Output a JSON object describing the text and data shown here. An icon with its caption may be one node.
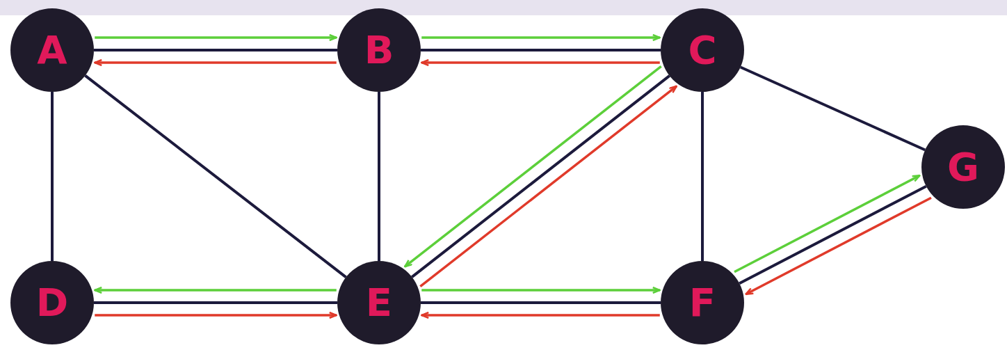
{
  "diagram": {
    "nodes": [
      {
        "text": [
          "A"
        ]
      },
      {
        "text": [
          "B"
        ]
      },
      {
        "text": [
          "C"
        ]
      },
      {
        "text": [
          "G"
        ]
      },
      {
        "text": [
          "D"
        ]
      },
      {
        "text": [
          "E"
        ]
      },
      {
        "text": [
          "F"
        ]
      }
    ],
    "edges": [
      {
        "from": 0,
        "to": 1,
        "arrow": "none"
      },
      {
        "from": 1,
        "to": 2,
        "arrow": "none"
      },
      {
        "from": 0,
        "to": 4,
        "arrow": "none"
      },
      {
        "from": 0,
        "to": 5,
        "arrow": "none"
      },
      {
        "from": 1,
        "to": 5,
        "arrow": "none"
      },
      {
        "from": 2,
        "to": 5,
        "arrow": "none"
      },
      {
        "from": 2,
        "to": 6,
        "arrow": "none"
      },
      {
        "from": 2,
        "to": 3,
        "arrow": "none"
      },
      {
        "from": 4,
        "to": 5,
        "arrow": "none"
      },
      {
        "from": 5,
        "to": 6,
        "arrow": "none"
      },
      {
        "from": 6,
        "to": 3,
        "arrow": "none"
      },
      {
        "from": 0,
        "to": 1,
        "arrow": "to",
        "color": "#5ccf3a"
      },
      {
        "from": 1,
        "to": 2,
        "arrow": "to",
        "color": "#5ccf3a"
      },
      {
        "from": 2,
        "to": 5,
        "arrow": "to",
        "color": "#5ccf3a"
      },
      {
        "from": 5,
        "to": 4,
        "arrow": "to",
        "color": "#5ccf3a"
      },
      {
        "from": 5,
        "to": 6,
        "arrow": "to",
        "color": "#5ccf3a"
      },
      {
        "from": 6,
        "to": 3,
        "arrow": "to",
        "color": "#5ccf3a"
      },
      {
        "from": 1,
        "to": 0,
        "arrow": "to",
        "color": "#e03a2a"
      },
      {
        "from": 2,
        "to": 1,
        "arrow": "to",
        "color": "#e03a2a"
      },
      {
        "from": 5,
        "to": 2,
        "arrow": "to",
        "color": "#e03a2a"
      },
      {
        "from": 4,
        "to": 5,
        "arrow": "to",
        "color": "#e03a2a"
      },
      {
        "from": 6,
        "to": 5,
        "arrow": "to",
        "color": "#e03a2a"
      },
      {
        "from": 3,
        "to": 6,
        "arrow": "to",
        "color": "#e03a2a"
      }
    ]
  }
}
